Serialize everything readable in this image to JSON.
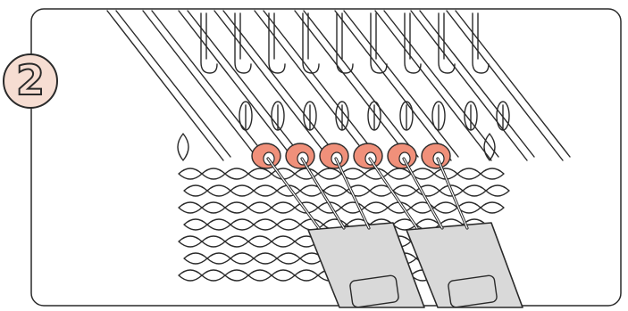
{
  "step": {
    "number": "2"
  },
  "colors": {
    "outline": "#2a2a2a",
    "highlight_stitch": "#f0907a",
    "tool_fill": "#d9d9d9",
    "badge_fill": "#f6ddd2"
  },
  "illustration": {
    "needle_count": 9,
    "highlighted_stitch_count": 6,
    "transfer_tools": 2,
    "prongs_per_tool": 3
  }
}
